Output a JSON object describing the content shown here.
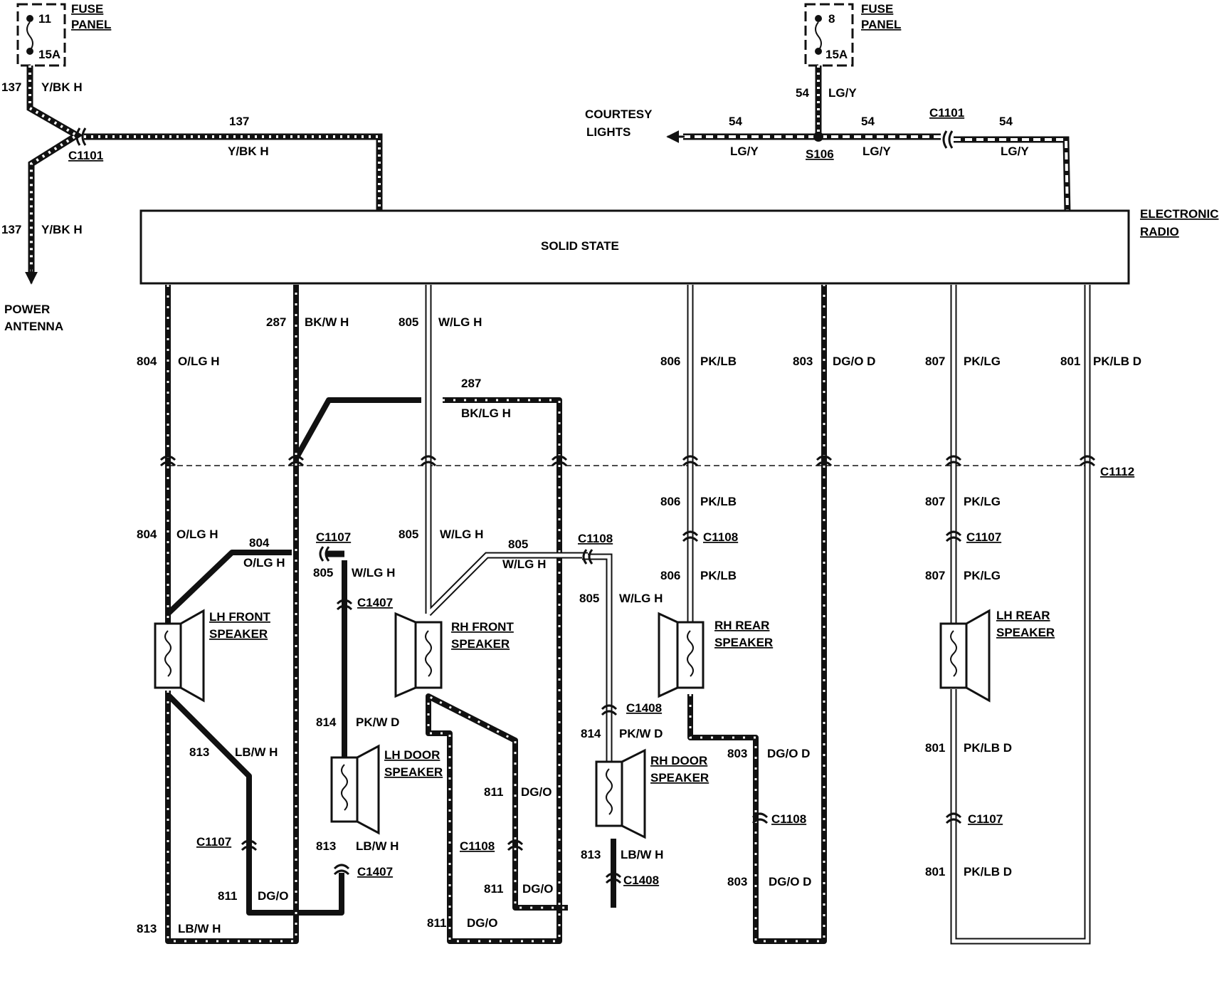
{
  "colors": {
    "wire": "#111111",
    "background": "#ffffff",
    "dash": "#ffffff"
  },
  "radio": {
    "main_label": "SOLID STATE",
    "side_label_1": "ELECTRONIC",
    "side_label_2": "RADIO"
  },
  "fuse_left": {
    "number": "11",
    "rating": "15A",
    "label_1": "FUSE",
    "label_2": "PANEL"
  },
  "fuse_right": {
    "number": "8",
    "rating": "15A",
    "label_1": "FUSE",
    "label_2": "PANEL"
  },
  "power_antenna": {
    "label_1": "POWER",
    "label_2": "ANTENNA"
  },
  "courtesy_lights": {
    "label_1": "COURTESY",
    "label_2": "LIGHTS"
  },
  "splice": "S106",
  "connectors": {
    "c1101": "C1101",
    "c1112": "C1112",
    "c1107": "C1107",
    "c1108": "C1108",
    "c1407": "C1407",
    "c1408": "C1408"
  },
  "speakers": {
    "lh_front": [
      "LH FRONT",
      "SPEAKER"
    ],
    "rh_front": [
      "RH FRONT",
      "SPEAKER"
    ],
    "rh_rear": [
      "RH REAR",
      "SPEAKER"
    ],
    "lh_rear": [
      "LH REAR",
      "SPEAKER"
    ],
    "lh_door": [
      "LH DOOR",
      "SPEAKER"
    ],
    "rh_door": [
      "RH DOOR",
      "SPEAKER"
    ]
  },
  "circuit_numbers": {
    "c137": "137",
    "c54": "54",
    "c804": "804",
    "c287": "287",
    "c805": "805",
    "c806": "806",
    "c803": "803",
    "c807": "807",
    "c801": "801",
    "c813": "813",
    "c814": "814",
    "c811": "811"
  },
  "wire_colors": {
    "y_bk_h": "Y/BK H",
    "lg_y": "LG/Y",
    "o_lg_h": "O/LG H",
    "bk_w_h": "BK/W H",
    "w_lg_h": "W/LG H",
    "pk_lb": "PK/LB",
    "dg_o_d": "DG/O D",
    "pk_lg": "PK/LG",
    "pk_lb_d": "PK/LB D",
    "bk_lg_h": "BK/LG H",
    "lb_w_h": "LB/W H",
    "pk_w_d": "PK/W D",
    "dg_o": "DG/O"
  }
}
